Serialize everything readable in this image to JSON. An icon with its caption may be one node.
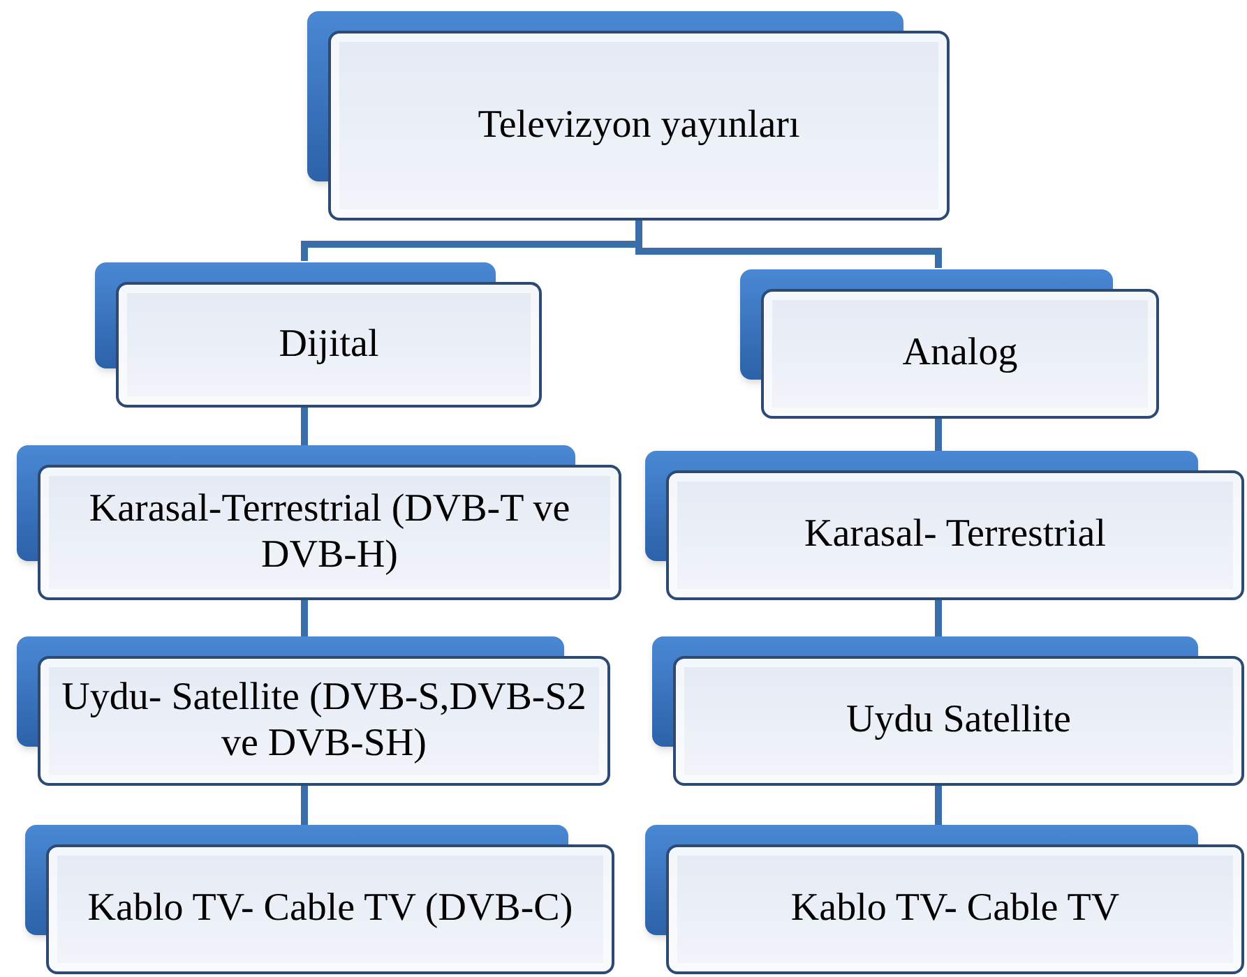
{
  "diagram": {
    "nodes": [
      {
        "text": [
          "Televizyon yayınları"
        ]
      },
      {
        "text": [
          "Dijital"
        ]
      },
      {
        "text": [
          "Analog"
        ]
      },
      {
        "text": [
          "Karasal-Terrestrial (DVB-T ve DVB-H)"
        ]
      },
      {
        "text": [
          "Uydu- Satellite (DVB-S,DVB-S2 ve DVB-SH)"
        ]
      },
      {
        "text": [
          "Kablo TV- Cable TV (DVB-C)"
        ]
      },
      {
        "text": [
          "Karasal- Terrestrial"
        ]
      },
      {
        "text": [
          "Uydu Satellite"
        ]
      },
      {
        "text": [
          "Kablo TV- Cable TV"
        ]
      }
    ],
    "edges": [
      {
        "from": 0,
        "to": 1,
        "arrow": "none"
      },
      {
        "from": 0,
        "to": 2,
        "arrow": "none"
      },
      {
        "from": 1,
        "to": 3,
        "arrow": "none"
      },
      {
        "from": 3,
        "to": 4,
        "arrow": "none"
      },
      {
        "from": 4,
        "to": 5,
        "arrow": "none"
      },
      {
        "from": 2,
        "to": 6,
        "arrow": "none"
      },
      {
        "from": 6,
        "to": 7,
        "arrow": "none"
      },
      {
        "from": 7,
        "to": 8,
        "arrow": "none"
      }
    ]
  }
}
